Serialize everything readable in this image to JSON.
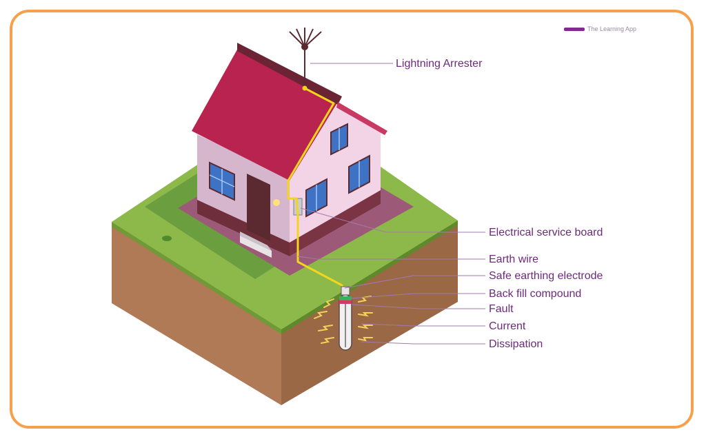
{
  "brand": {
    "text": "The Learning App"
  },
  "labels": {
    "lightning_arrester": "Lightning Arrester",
    "electrical_service_board": "Electrical service board",
    "earth_wire": "Earth wire",
    "safe_earthing_electrode": "Safe earthing electrode",
    "back_fill_compound": "Back fill compound",
    "fault": "Fault",
    "current": "Current",
    "dissipation": "Dissipation"
  },
  "colors": {
    "frame": "#f6a04c",
    "label_text": "#6b2a7a",
    "leader_line": "#a27aa9",
    "roof": "#b8234f",
    "wall_front": "#d6b6cc",
    "wall_side": "#f3d3e6",
    "grass": "#8db84a",
    "soil_left": "#b07a56",
    "soil_right": "#9b6846",
    "earth_wire": "#f4d51e"
  }
}
